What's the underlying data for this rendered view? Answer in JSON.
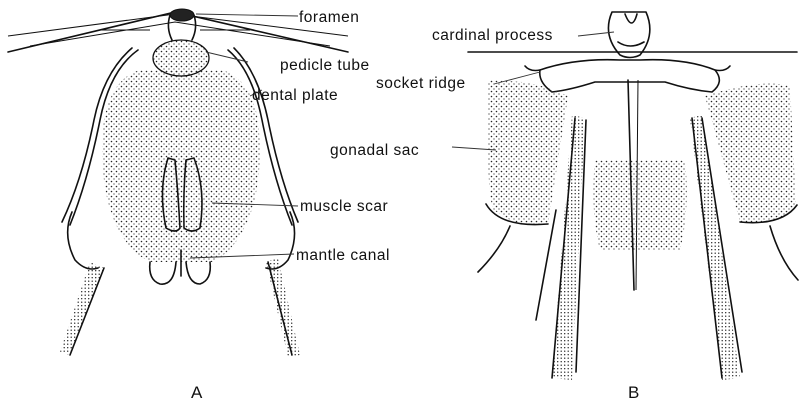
{
  "panels": [
    {
      "id": "A",
      "label": "A",
      "annotations": [
        {
          "key": "foramen",
          "text": "foramen"
        },
        {
          "key": "pedicle_tube",
          "text": "pedicle tube"
        },
        {
          "key": "dental_plate",
          "text": "dental plate"
        },
        {
          "key": "muscle_scar",
          "text": "muscle scar"
        },
        {
          "key": "mantle_canal",
          "text": "mantle canal"
        }
      ]
    },
    {
      "id": "B",
      "label": "B",
      "annotations": [
        {
          "key": "cardinal_process",
          "text": "cardinal process"
        },
        {
          "key": "socket_ridge",
          "text": "socket ridge"
        },
        {
          "key": "gonadal_sac",
          "text": "gonadal sac"
        }
      ]
    }
  ],
  "colors": {
    "ink": "#111111",
    "stipple": "#222222",
    "background": "#ffffff"
  }
}
